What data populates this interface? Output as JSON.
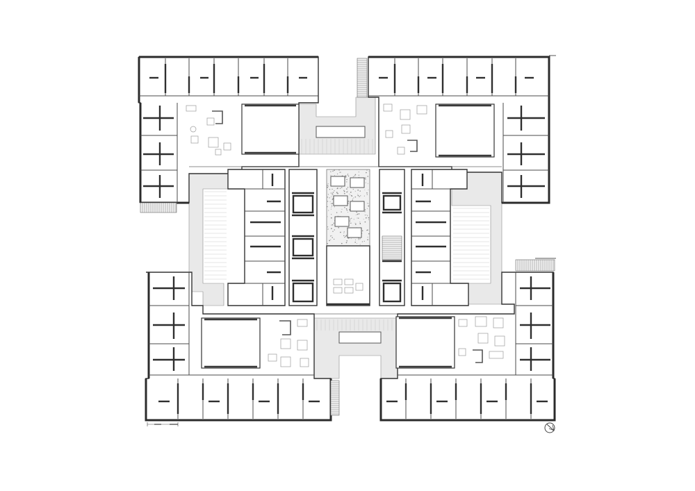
{
  "drawing": {
    "type": "floor-plan",
    "line_color": "#333333",
    "deck_color": "#e9e9e9",
    "background_color": "#ffffff"
  },
  "symbols": {
    "north_arrow_icon": "north-arrow-icon",
    "scale_bar_icon": "scale-bar-icon"
  },
  "counts": {
    "courtyards": 4,
    "room_wings": 4
  }
}
